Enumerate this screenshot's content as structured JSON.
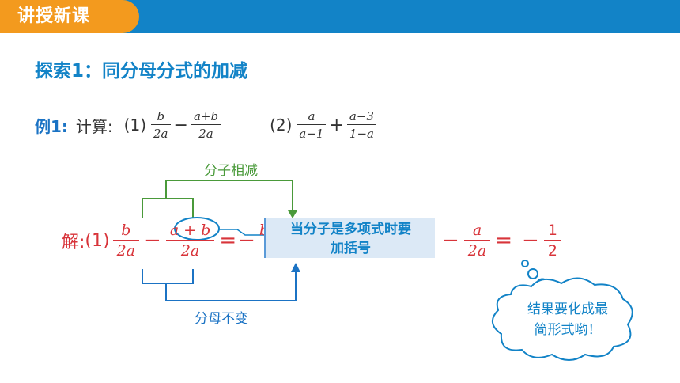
{
  "header": {
    "title": "讲授新课",
    "bar_color": "#1283c7",
    "tab_color": "#f39a1e"
  },
  "section": {
    "title": "探索1：同分母分式的加减"
  },
  "example": {
    "label": "例1",
    "colon": ":",
    "prompt": "计算:",
    "part1": {
      "label": "(1)",
      "f1_num": "b",
      "f1_den": "2a",
      "op": "−",
      "f2_num": "a+b",
      "f2_den": "2a"
    },
    "part2": {
      "label": "(2)",
      "f1_num": "a",
      "f1_den": "a−1",
      "op": "+",
      "f2_num": "a−3",
      "f2_den": "1−a"
    }
  },
  "solution": {
    "label": "解:",
    "part": "(1)",
    "f1_num": "b",
    "f1_den": "2a",
    "minus": "−",
    "f2_num": "a + b",
    "f2_den": "2a",
    "equals": "=",
    "minus2": "−",
    "f3_num_partial": "b",
    "tail_minus": "−",
    "f4_num": "a",
    "f4_den": "2a",
    "equals2": "=",
    "minus3": "−",
    "f5_num": "1",
    "f5_den": "2"
  },
  "annotations": {
    "numerator_label": "分子相减",
    "denominator_label": "分母不变",
    "callout_line1": "当分子是多项式时要",
    "callout_line2": "加括号",
    "cloud_line1": "结果要化成最",
    "cloud_line2": "简形式哟！"
  }
}
